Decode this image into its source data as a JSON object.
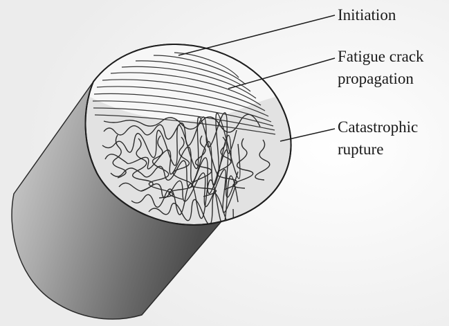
{
  "labels": {
    "initiation": "Initiation",
    "fatigue_line1": "Fatigue crack",
    "fatigue_line2": "propagation",
    "catastrophic_line1": "Catastrophic",
    "catastrophic_line2": "rupture"
  }
}
